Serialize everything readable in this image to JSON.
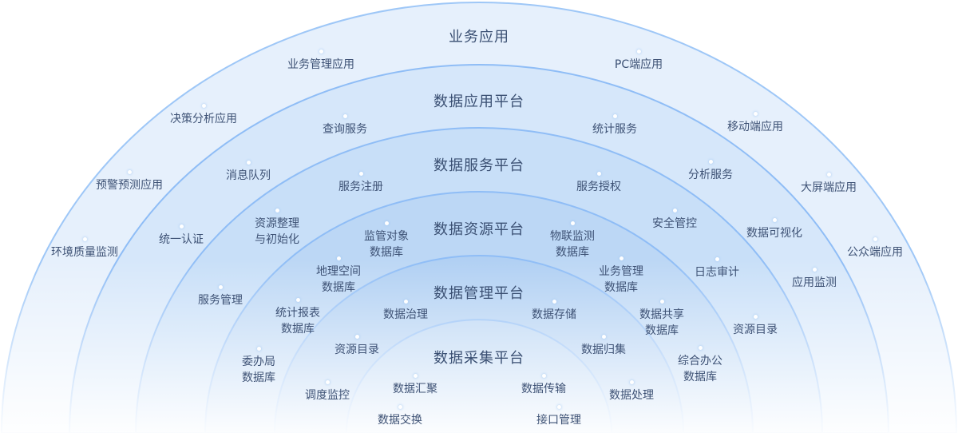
{
  "layers": [
    {
      "title": "业务应用",
      "items": [
        "业务管理应用",
        "PC端应用",
        "决策分析应用",
        "移动端应用",
        "预警预测应用",
        "大屏端应用",
        "环境质量监测",
        "公众端应用"
      ]
    },
    {
      "title": "数据应用平台",
      "items": [
        "查询服务",
        "统计服务",
        "消息队列",
        "分析服务",
        "统一认证",
        "数据可视化",
        "服务管理",
        "应用监测"
      ]
    },
    {
      "title": "数据服务平台",
      "items": [
        "服务注册",
        "服务授权",
        "资源整理\n与初始化",
        "安全管控",
        "日志审计",
        "资源目录"
      ]
    },
    {
      "title": "数据资源平台",
      "items": [
        "监管对象\n数据库",
        "物联监测\n数据库",
        "地理空间\n数据库",
        "业务管理\n数据库",
        "统计报表\n数据库",
        "数据共享\n数据库",
        "委办局\n数据库",
        "综合办公\n数据库"
      ]
    },
    {
      "title": "数据管理平台",
      "items": [
        "数据治理",
        "数据存储",
        "资源目录",
        "数据归集",
        "调度监控",
        "数据处理"
      ]
    },
    {
      "title": "数据采集平台",
      "items": [
        "数据汇聚",
        "数据传输",
        "数据交换",
        "接口管理"
      ]
    }
  ],
  "colors": {
    "ring_stroke": "#8fbdf6",
    "text": "#3e5275"
  }
}
